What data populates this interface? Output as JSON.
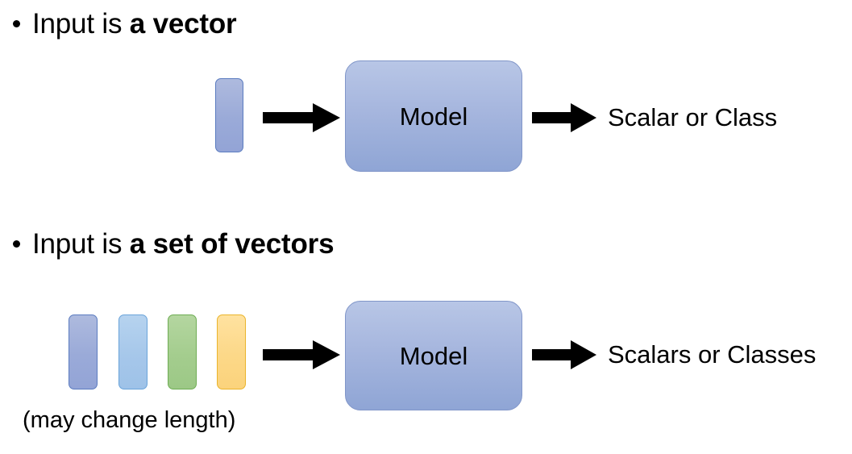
{
  "slide": {
    "background_color": "#ffffff",
    "bullets": [
      {
        "marker": "bullet-dot",
        "prefix": "Input is ",
        "emphasis": "a vector"
      },
      {
        "marker": "bullet-dot",
        "prefix": "Input is ",
        "emphasis": "a set of vectors"
      }
    ],
    "rows": [
      {
        "id": "single-vector-row",
        "input_vectors": [
          {
            "name": "input-vector",
            "color": "#9aaad8",
            "border_color": "#5b7cc0"
          }
        ],
        "model_label": "Model",
        "model_color": "#a6b6de",
        "output_label": "Scalar or Class",
        "arrow_in": "arrow-right-icon",
        "arrow_out": "arrow-right-icon"
      },
      {
        "id": "vector-set-row",
        "input_vectors": [
          {
            "name": "input-vector-1",
            "color": "#9aaad8",
            "border_color": "#5b7cc0"
          },
          {
            "name": "input-vector-2",
            "color": "#a6c7ea",
            "border_color": "#6aa4da"
          },
          {
            "name": "input-vector-3",
            "color": "#a4cd8e",
            "border_color": "#6fad54"
          },
          {
            "name": "input-vector-4",
            "color": "#fcd888",
            "border_color": "#eab42c"
          }
        ],
        "model_label": "Model",
        "model_color": "#a6b6de",
        "output_label": "Scalars or Classes",
        "arrow_in": "arrow-right-icon",
        "arrow_out": "arrow-right-icon",
        "caption": "(may change length)"
      }
    ]
  }
}
